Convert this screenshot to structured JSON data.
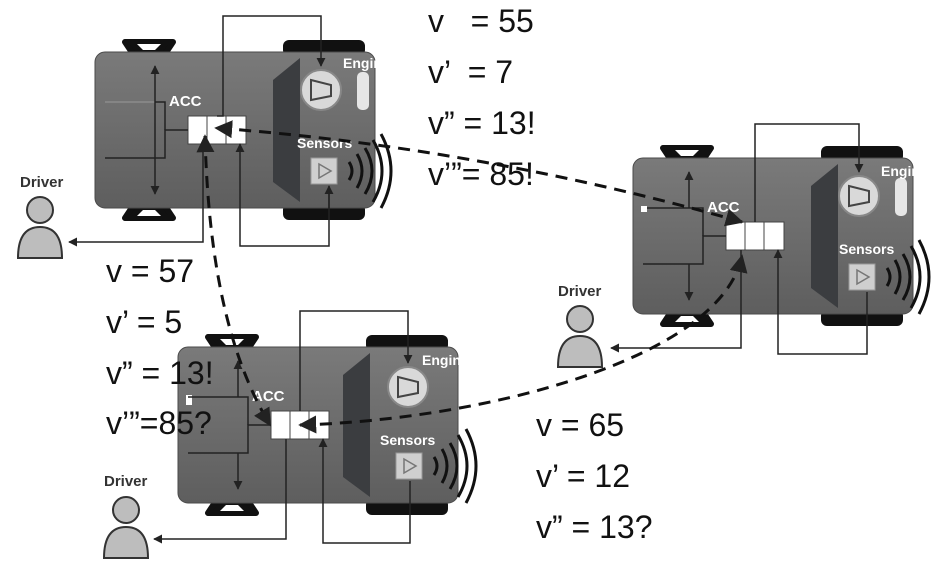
{
  "labels": {
    "acc": "ACC",
    "engine": "Engine",
    "sensors": "Sensors",
    "driver": "Driver"
  },
  "cars": [
    {
      "id": "car-top-left",
      "values": [
        "v   = 55",
        "v’  = 7",
        "v” = 13!",
        "v’”= 85!"
      ]
    },
    {
      "id": "car-bottom",
      "values": [
        "v = 57",
        "v’ = 5",
        "v” = 13!",
        "v’”=85?"
      ]
    },
    {
      "id": "car-right",
      "values": [
        "v = 65",
        "v’ = 12",
        "v” = 13?"
      ]
    }
  ],
  "colors": {
    "body": "#6e6e6e",
    "body_dark": "#3b3d40",
    "wheel": "#111111",
    "wheel_light": "#ffffff",
    "line": "#222222"
  }
}
